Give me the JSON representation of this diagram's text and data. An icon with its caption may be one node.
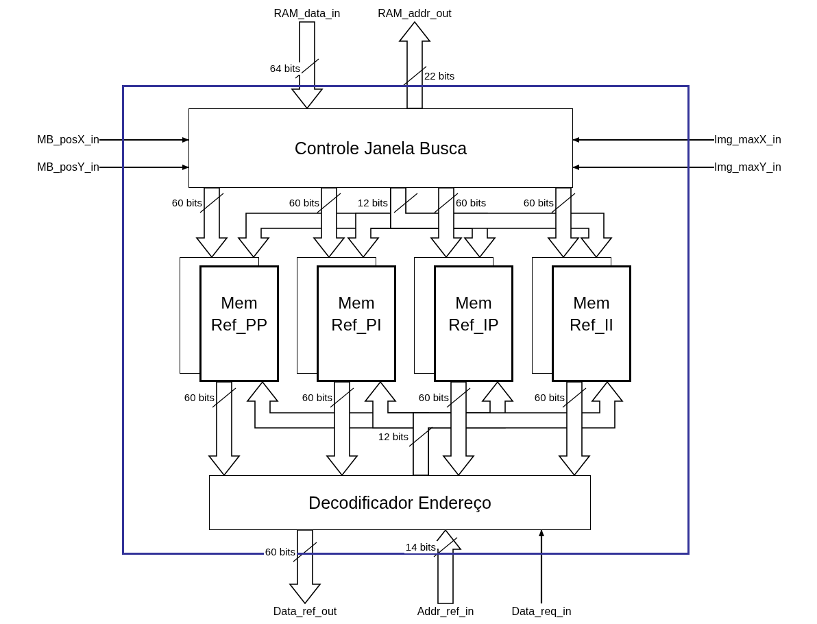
{
  "diagram": {
    "nodes": [
      {
        "text": [],
        "shape": "box"
      },
      {
        "text": [
          "Controle Janela Busca"
        ],
        "in": 0
      },
      {
        "text": [
          "Mem Ref_PP"
        ],
        "in": 0
      },
      {
        "text": [
          "Mem Ref_PI"
        ],
        "in": 0
      },
      {
        "text": [
          "Mem Ref_IP"
        ],
        "in": 0
      },
      {
        "text": [
          "Mem Ref_II"
        ],
        "in": 0
      },
      {
        "text": [
          "Decodificador Endereço"
        ],
        "in": 0
      },
      {
        "text": [
          "RAM_data_in"
        ]
      },
      {
        "text": [
          "RAM_addr_out"
        ]
      },
      {
        "text": [
          "MB_posX_in"
        ]
      },
      {
        "text": [
          "MB_posY_in"
        ]
      },
      {
        "text": [
          "Img_maxX_in"
        ]
      },
      {
        "text": [
          "Img_maxY_in"
        ]
      },
      {
        "text": [
          "Data_ref_out"
        ]
      },
      {
        "text": [
          "Addr_ref_in"
        ]
      },
      {
        "text": [
          "Data_req_in"
        ]
      }
    ],
    "edges": [
      {
        "from": 7,
        "to": 1,
        "arrow": "to",
        "label": "64 bits",
        "style": "thick"
      },
      {
        "from": 1,
        "to": 8,
        "arrow": "to",
        "label": "22 bits",
        "style": "thick"
      },
      {
        "from": 9,
        "to": 1,
        "arrow": "to"
      },
      {
        "from": 10,
        "to": 1,
        "arrow": "to"
      },
      {
        "from": 11,
        "to": 1,
        "arrow": "to"
      },
      {
        "from": 12,
        "to": 1,
        "arrow": "to"
      },
      {
        "from": 1,
        "to": 2,
        "arrow": "to",
        "label": "60 bits",
        "style": "thick"
      },
      {
        "from": 1,
        "to": 3,
        "arrow": "to",
        "label": "60 bits",
        "style": "thick"
      },
      {
        "from": 1,
        "to": 4,
        "arrow": "to",
        "label": "60 bits",
        "style": "thick"
      },
      {
        "from": 1,
        "to": 5,
        "arrow": "to",
        "label": "60 bits",
        "style": "thick"
      },
      {
        "from": 1,
        "to": 2,
        "arrow": "to",
        "label": "12 bits",
        "style": "thick"
      },
      {
        "from": 1,
        "to": 3,
        "arrow": "to",
        "style": "thick"
      },
      {
        "from": 1,
        "to": 4,
        "arrow": "to",
        "style": "thick"
      },
      {
        "from": 1,
        "to": 5,
        "arrow": "to",
        "style": "thick"
      },
      {
        "from": 2,
        "to": 6,
        "arrow": "to",
        "label": "60 bits",
        "style": "thick"
      },
      {
        "from": 3,
        "to": 6,
        "arrow": "to",
        "label": "60 bits",
        "style": "thick"
      },
      {
        "from": 4,
        "to": 6,
        "arrow": "to",
        "label": "60 bits",
        "style": "thick"
      },
      {
        "from": 5,
        "to": 6,
        "arrow": "to",
        "label": "60 bits",
        "style": "thick"
      },
      {
        "from": 6,
        "to": 2,
        "arrow": "to",
        "style": "thick"
      },
      {
        "from": 6,
        "to": 3,
        "arrow": "to",
        "label": "12 bits",
        "style": "thick"
      },
      {
        "from": 6,
        "to": 4,
        "arrow": "to",
        "style": "thick"
      },
      {
        "from": 6,
        "to": 5,
        "arrow": "to",
        "style": "thick"
      },
      {
        "from": 6,
        "to": 13,
        "arrow": "to",
        "label": "60 bits",
        "style": "thick"
      },
      {
        "from": 14,
        "to": 6,
        "arrow": "to",
        "label": "14 bits",
        "style": "thick"
      },
      {
        "from": 15,
        "to": 6,
        "arrow": "to"
      }
    ]
  }
}
